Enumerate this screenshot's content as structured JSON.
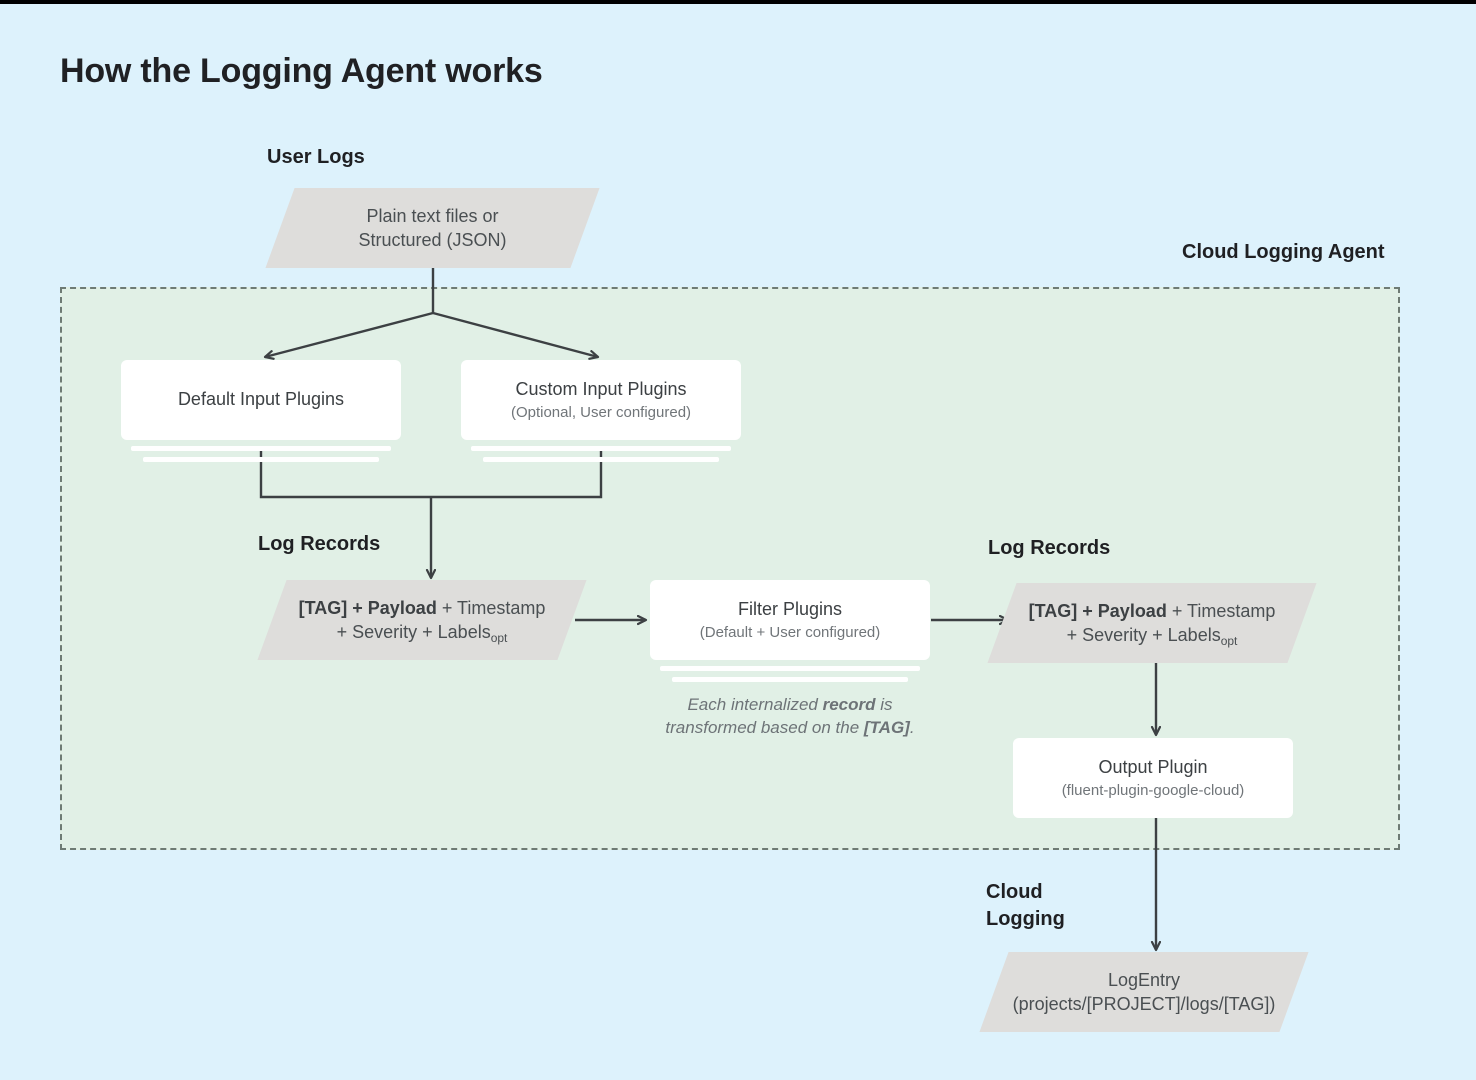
{
  "page": {
    "title": "How the Logging Agent works",
    "background_color": "#ddf2fc"
  },
  "regions": {
    "agent": {
      "label": "Cloud Logging Agent",
      "fill_color": "#e1f0e6",
      "border_style": "dashed"
    }
  },
  "labels": {
    "user_logs": "User Logs",
    "log_records_left": "Log Records",
    "log_records_right": "Log Records",
    "cloud_logging": "Cloud\nLogging",
    "cloud_logging_line1": "Cloud",
    "cloud_logging_line2": "Logging"
  },
  "nodes": {
    "user_logs_source": {
      "shape": "parallelogram",
      "line1": "Plain text files or",
      "line2": "Structured (JSON)",
      "fill_color": "#dedddb"
    },
    "default_input_plugins": {
      "shape": "stacked-card",
      "title": "Default Input Plugins",
      "subtitle": ""
    },
    "custom_input_plugins": {
      "shape": "stacked-card",
      "title": "Custom Input Plugins",
      "subtitle": "(Optional, User configured)"
    },
    "log_record_left": {
      "shape": "parallelogram",
      "line1_bold": "[TAG] + Payload",
      "line1_rest": " + Timestamp",
      "line2": "+ Severity + Labels",
      "line2_sub": "opt",
      "fill_color": "#dedddb"
    },
    "filter_plugins": {
      "shape": "stacked-card",
      "title": "Filter Plugins",
      "subtitle": "(Default + User configured)"
    },
    "log_record_right": {
      "shape": "parallelogram",
      "line1_bold": "[TAG] + Payload",
      "line1_rest": " + Timestamp",
      "line2": "+ Severity + Labels",
      "line2_sub": "opt",
      "fill_color": "#dedddb"
    },
    "output_plugin": {
      "shape": "card",
      "title": "Output Plugin",
      "subtitle": "(fluent-plugin-google-cloud)"
    },
    "log_entry": {
      "shape": "parallelogram",
      "line1": "LogEntry",
      "line2": "(projects/[PROJECT]/logs/[TAG])",
      "fill_color": "#dedddb"
    }
  },
  "notes": {
    "transform_note_part1": "Each internalized ",
    "transform_note_bold1": "record",
    "transform_note_part2": " is",
    "transform_note_part3": "transformed based on the ",
    "transform_note_bold2": "[TAG]",
    "transform_note_part4": "."
  },
  "colors": {
    "page_bg": "#ddf2fc",
    "agent_bg": "#e1f0e6",
    "parallelogram": "#dedddb",
    "card": "#ffffff",
    "connector": "#3c4043",
    "text_primary": "#3c4043",
    "text_muted": "#707579",
    "title": "#202124"
  }
}
